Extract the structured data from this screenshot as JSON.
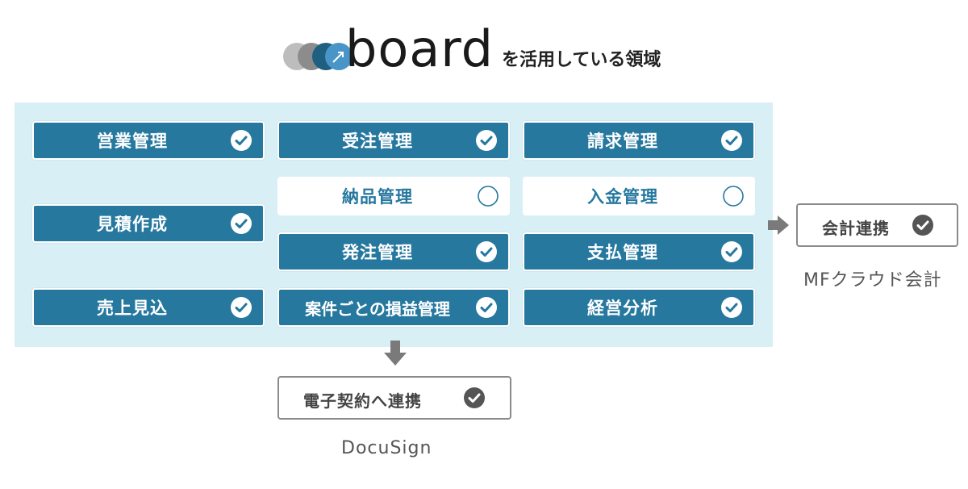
{
  "header": {
    "logo_text": "board",
    "caption": "を活用している領域"
  },
  "modules": [
    {
      "label": "営業管理",
      "checked": true
    },
    {
      "label": "受注管理",
      "checked": true
    },
    {
      "label": "請求管理",
      "checked": true
    },
    {
      "label": "納品管理",
      "checked": false
    },
    {
      "label": "入金管理",
      "checked": false
    },
    {
      "label": "見積作成",
      "checked": true
    },
    {
      "label": "発注管理",
      "checked": true
    },
    {
      "label": "支払管理",
      "checked": true
    },
    {
      "label": "売上見込",
      "checked": true
    },
    {
      "label": "案件ごとの損益管理",
      "checked": true
    },
    {
      "label": "経営分析",
      "checked": true
    }
  ],
  "integrations": {
    "accounting": {
      "label": "会計連携",
      "checked": true,
      "provider": "MFクラウド会計"
    },
    "contract": {
      "label": "電子契約へ連携",
      "checked": true,
      "provider": "DocuSign"
    }
  },
  "colors": {
    "accent": "#26789f",
    "panel_bg": "#d8f0f5",
    "border_gray": "#8a8a8a"
  }
}
